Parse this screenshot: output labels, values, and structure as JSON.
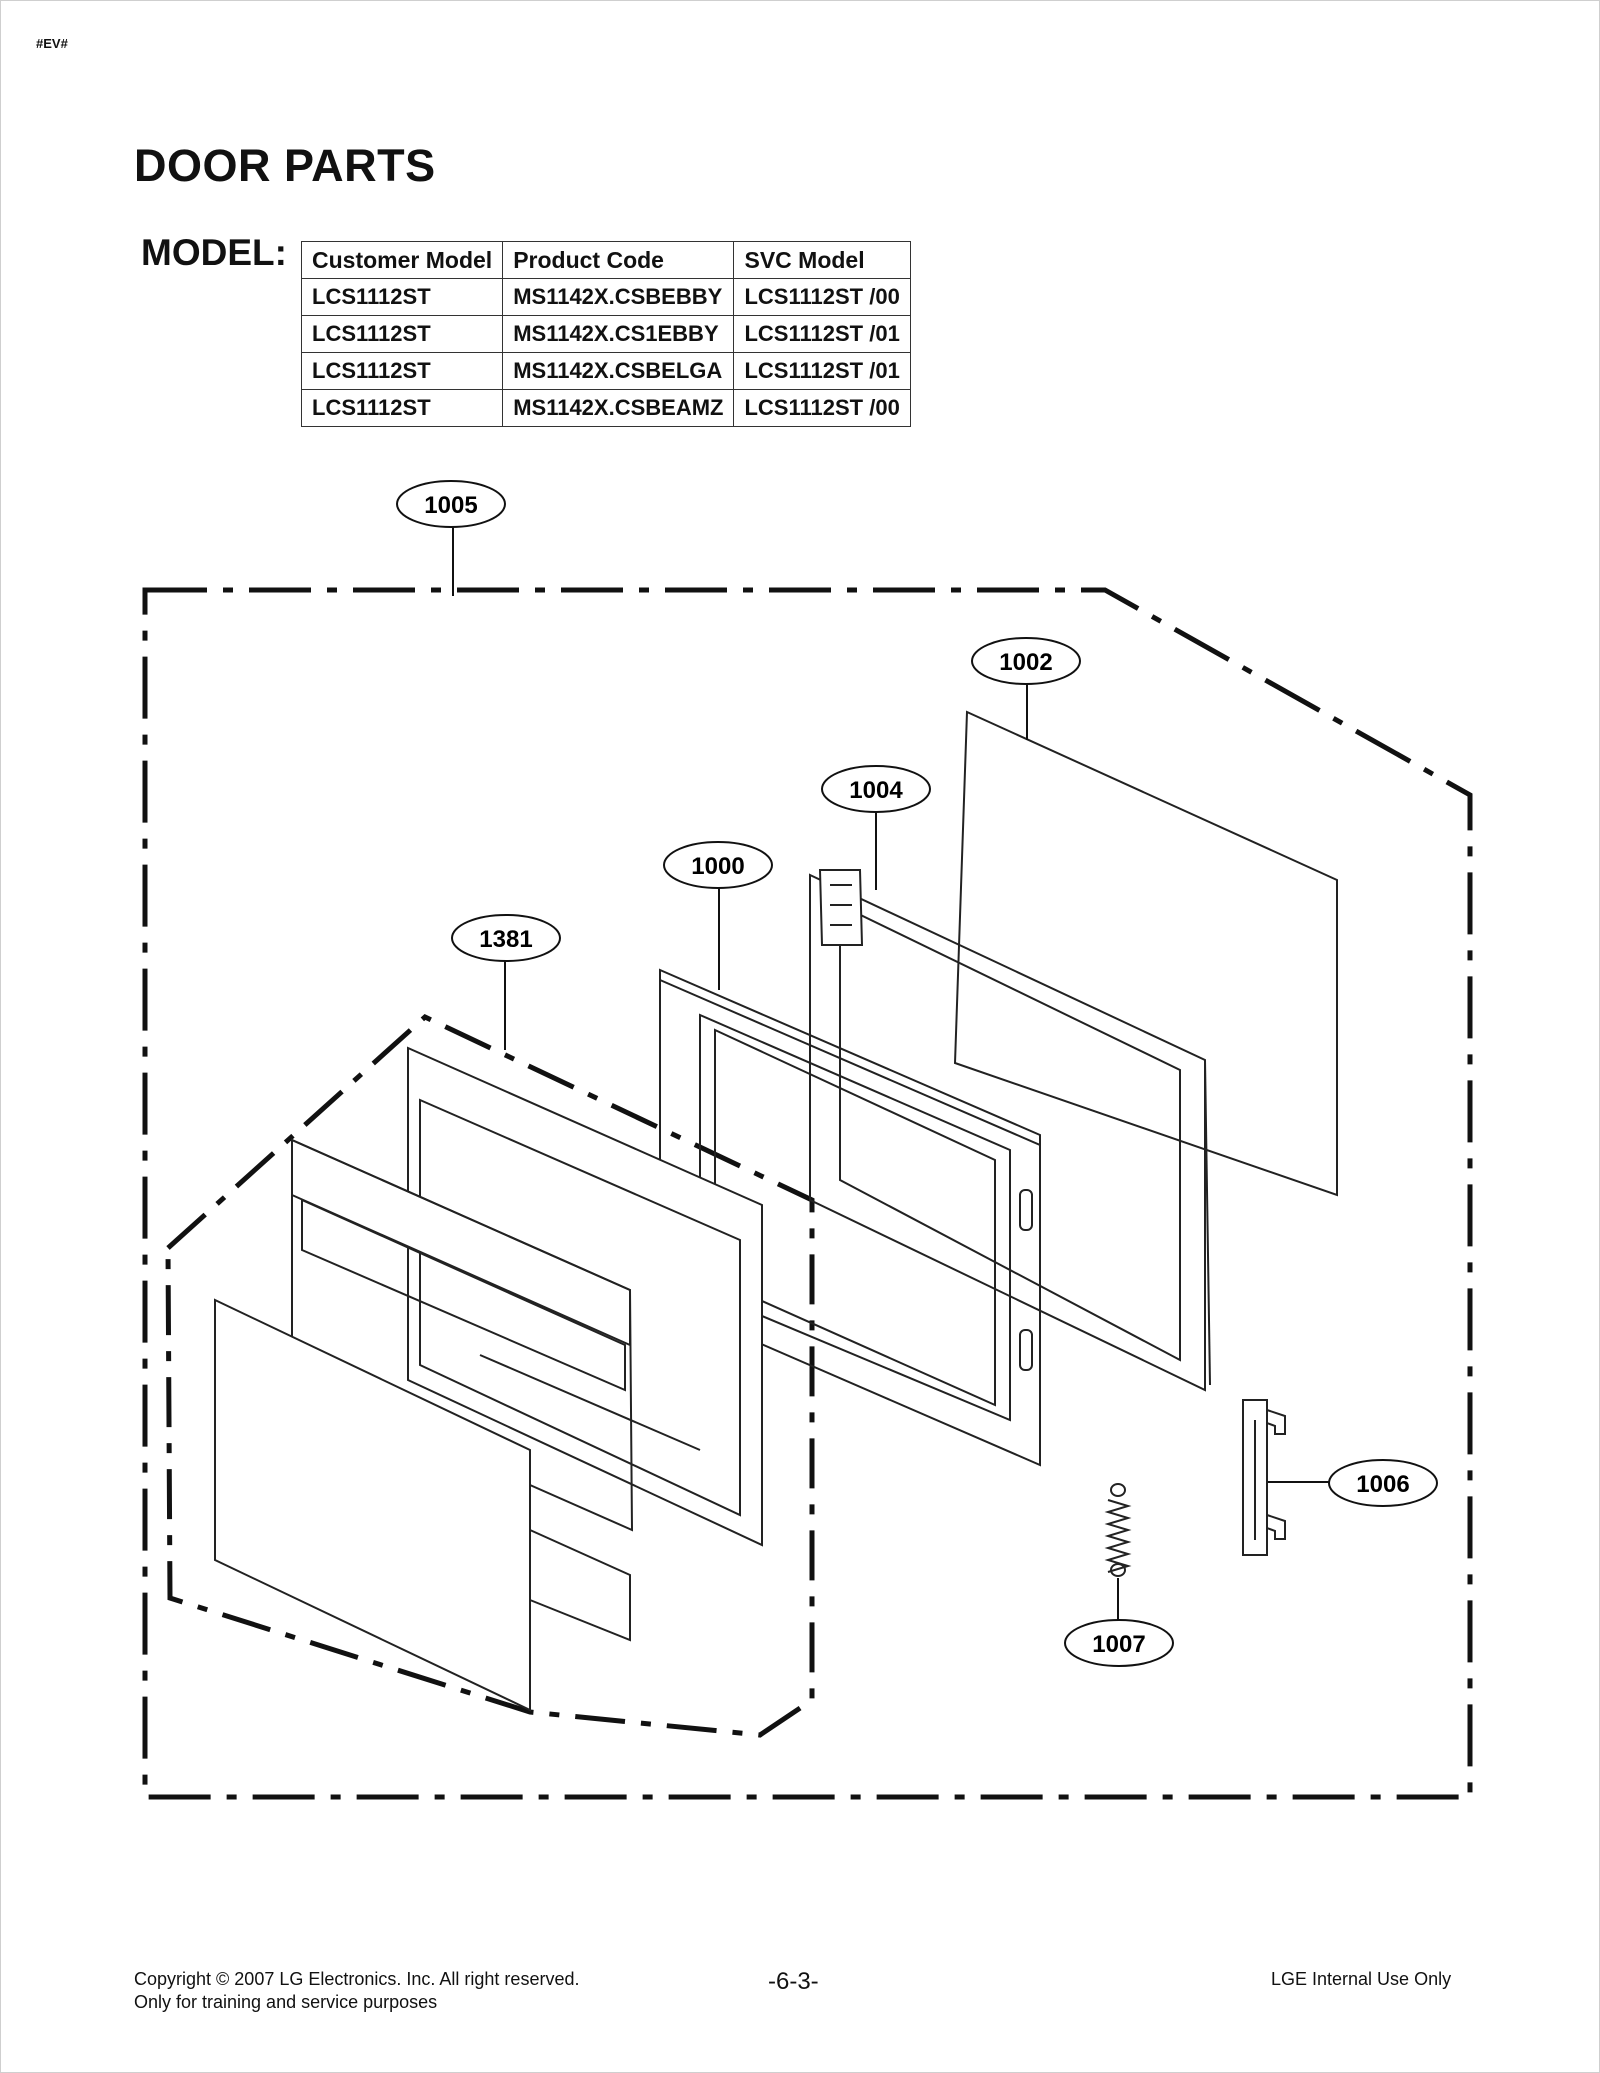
{
  "header": {
    "tag": "#EV#",
    "title": "DOOR PARTS"
  },
  "model": {
    "label": "MODEL:",
    "table": {
      "headers": [
        "Customer Model",
        "Product Code",
        "SVC Model"
      ],
      "rows": [
        [
          "LCS1112ST",
          "MS1142X.CSBEBBY",
          "LCS1112ST /00"
        ],
        [
          "LCS1112ST",
          "MS1142X.CS1EBBY",
          "LCS1112ST /01"
        ],
        [
          "LCS1112ST",
          "MS1142X.CSBELGA",
          "LCS1112ST /01"
        ],
        [
          "LCS1112ST",
          "MS1142X.CSBEAMZ",
          "LCS1112ST /00"
        ]
      ]
    }
  },
  "diagram": {
    "callouts": {
      "door_assembly": "1005",
      "glass_sheet": "1002",
      "door_frame": "1004",
      "choke_cover": "1000",
      "door_front": "1381",
      "latch": "1006",
      "spring": "1007"
    }
  },
  "footer": {
    "copyright": "Copyright © 2007 LG Electronics. Inc. All right reserved.",
    "training_note": "Only for training and service purposes",
    "page_number": "-6-3-",
    "internal_note": "LGE Internal Use Only"
  }
}
